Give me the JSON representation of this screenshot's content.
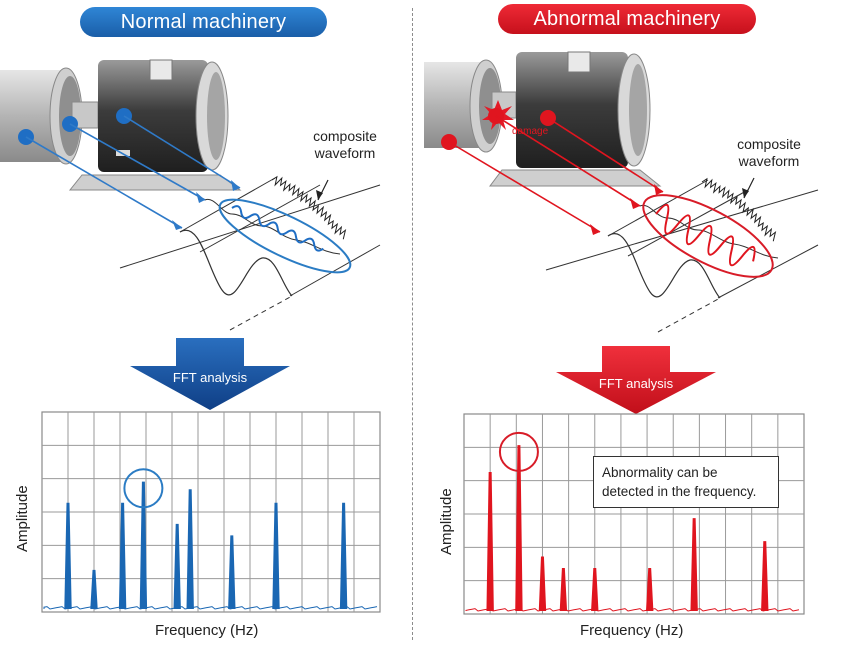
{
  "panels": {
    "normal": {
      "title": "Normal machinery",
      "composite_label_line1": "composite",
      "composite_label_line2": "waveform",
      "fft_label": "FFT analysis",
      "ylabel": "Amplitude",
      "xlabel": "Frequency",
      "xunit": "(Hz)",
      "accent": "#1a67b3",
      "circle_color": "#2b7cc4"
    },
    "abnormal": {
      "title": "Abnormal machinery",
      "composite_label_line1": "composite",
      "composite_label_line2": "waveform",
      "damage_label": "damage",
      "fft_label": "FFT analysis",
      "ylabel": "Amplitude",
      "xlabel": "Frequency",
      "xunit": "(Hz)",
      "note_line1": "Abnormality can be",
      "note_line2": "detected in the frequency.",
      "accent": "#e0151f",
      "circle_color": "#d81c28"
    }
  },
  "chart_data": [
    {
      "type": "line",
      "ylabel": "Amplitude",
      "xlabel": "Frequency (Hz)",
      "grid": true,
      "x": [
        1.0,
        2.0,
        3.1,
        3.9,
        5.2,
        5.7,
        7.3,
        9.0,
        11.6
      ],
      "series": [
        {
          "values": [
            0.55,
            0.2,
            0.55,
            0.66,
            0.44,
            0.62,
            0.38,
            0.55,
            0.55
          ]
        }
      ],
      "highlight_x": 3.9
    },
    {
      "type": "line",
      "ylabel": "Amplitude",
      "xlabel": "Frequency (Hz)",
      "grid": true,
      "x": [
        1.0,
        2.1,
        3.0,
        3.8,
        5.0,
        7.1,
        8.8,
        11.5
      ],
      "series": [
        {
          "values": [
            0.72,
            0.86,
            0.28,
            0.22,
            0.22,
            0.22,
            0.48,
            0.36
          ]
        }
      ],
      "highlight_x": 2.1
    }
  ]
}
